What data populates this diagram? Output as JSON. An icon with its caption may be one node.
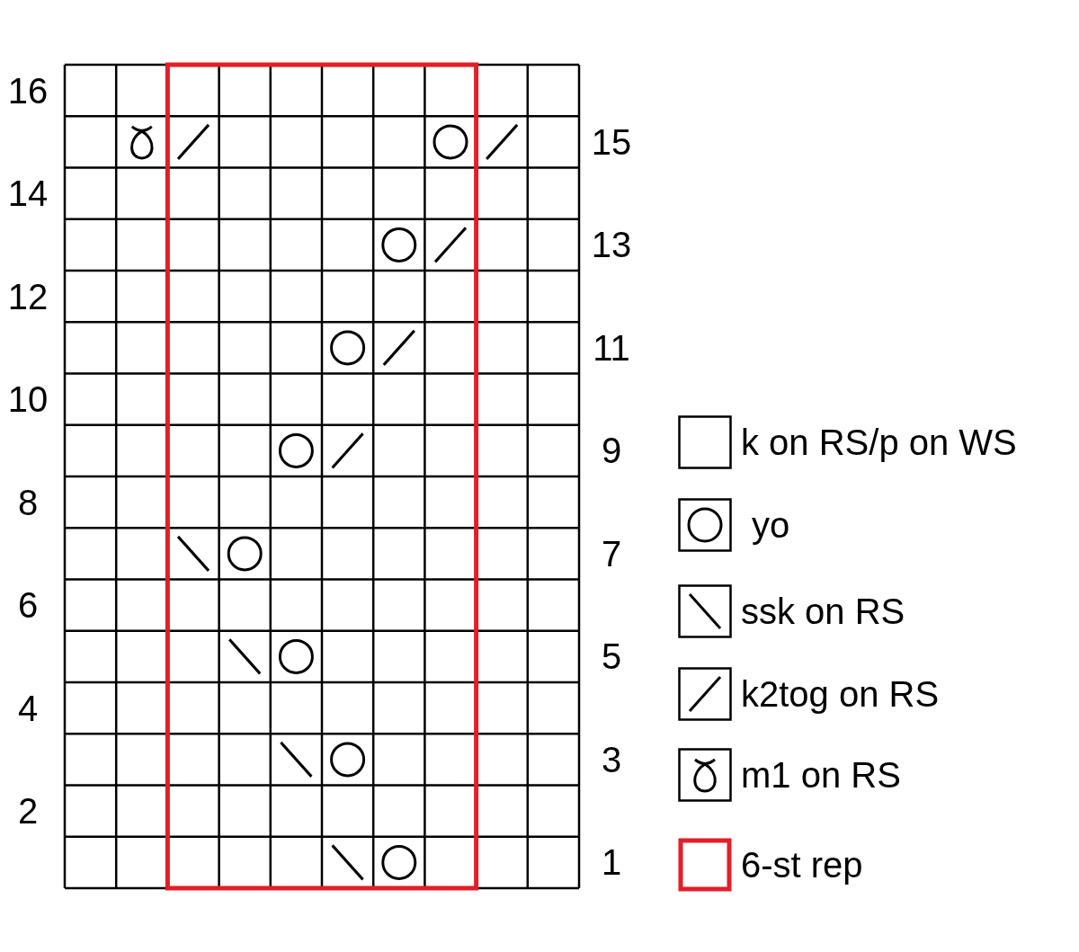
{
  "diagram": {
    "labels": [
      "16",
      "15",
      "14",
      "13",
      "12",
      "11",
      "10",
      "9",
      "8",
      "7",
      "6",
      "5",
      "4",
      "3",
      "2",
      "1"
    ],
    "legend": [
      {
        "text": "k on RS/p on WS"
      },
      {
        "text": "yo"
      },
      {
        "text": "ssk on RS"
      },
      {
        "text": "k2tog on RS"
      },
      {
        "text": "m1 on RS"
      },
      {
        "text": "6-st rep",
        "color": "#e41e26"
      }
    ]
  }
}
